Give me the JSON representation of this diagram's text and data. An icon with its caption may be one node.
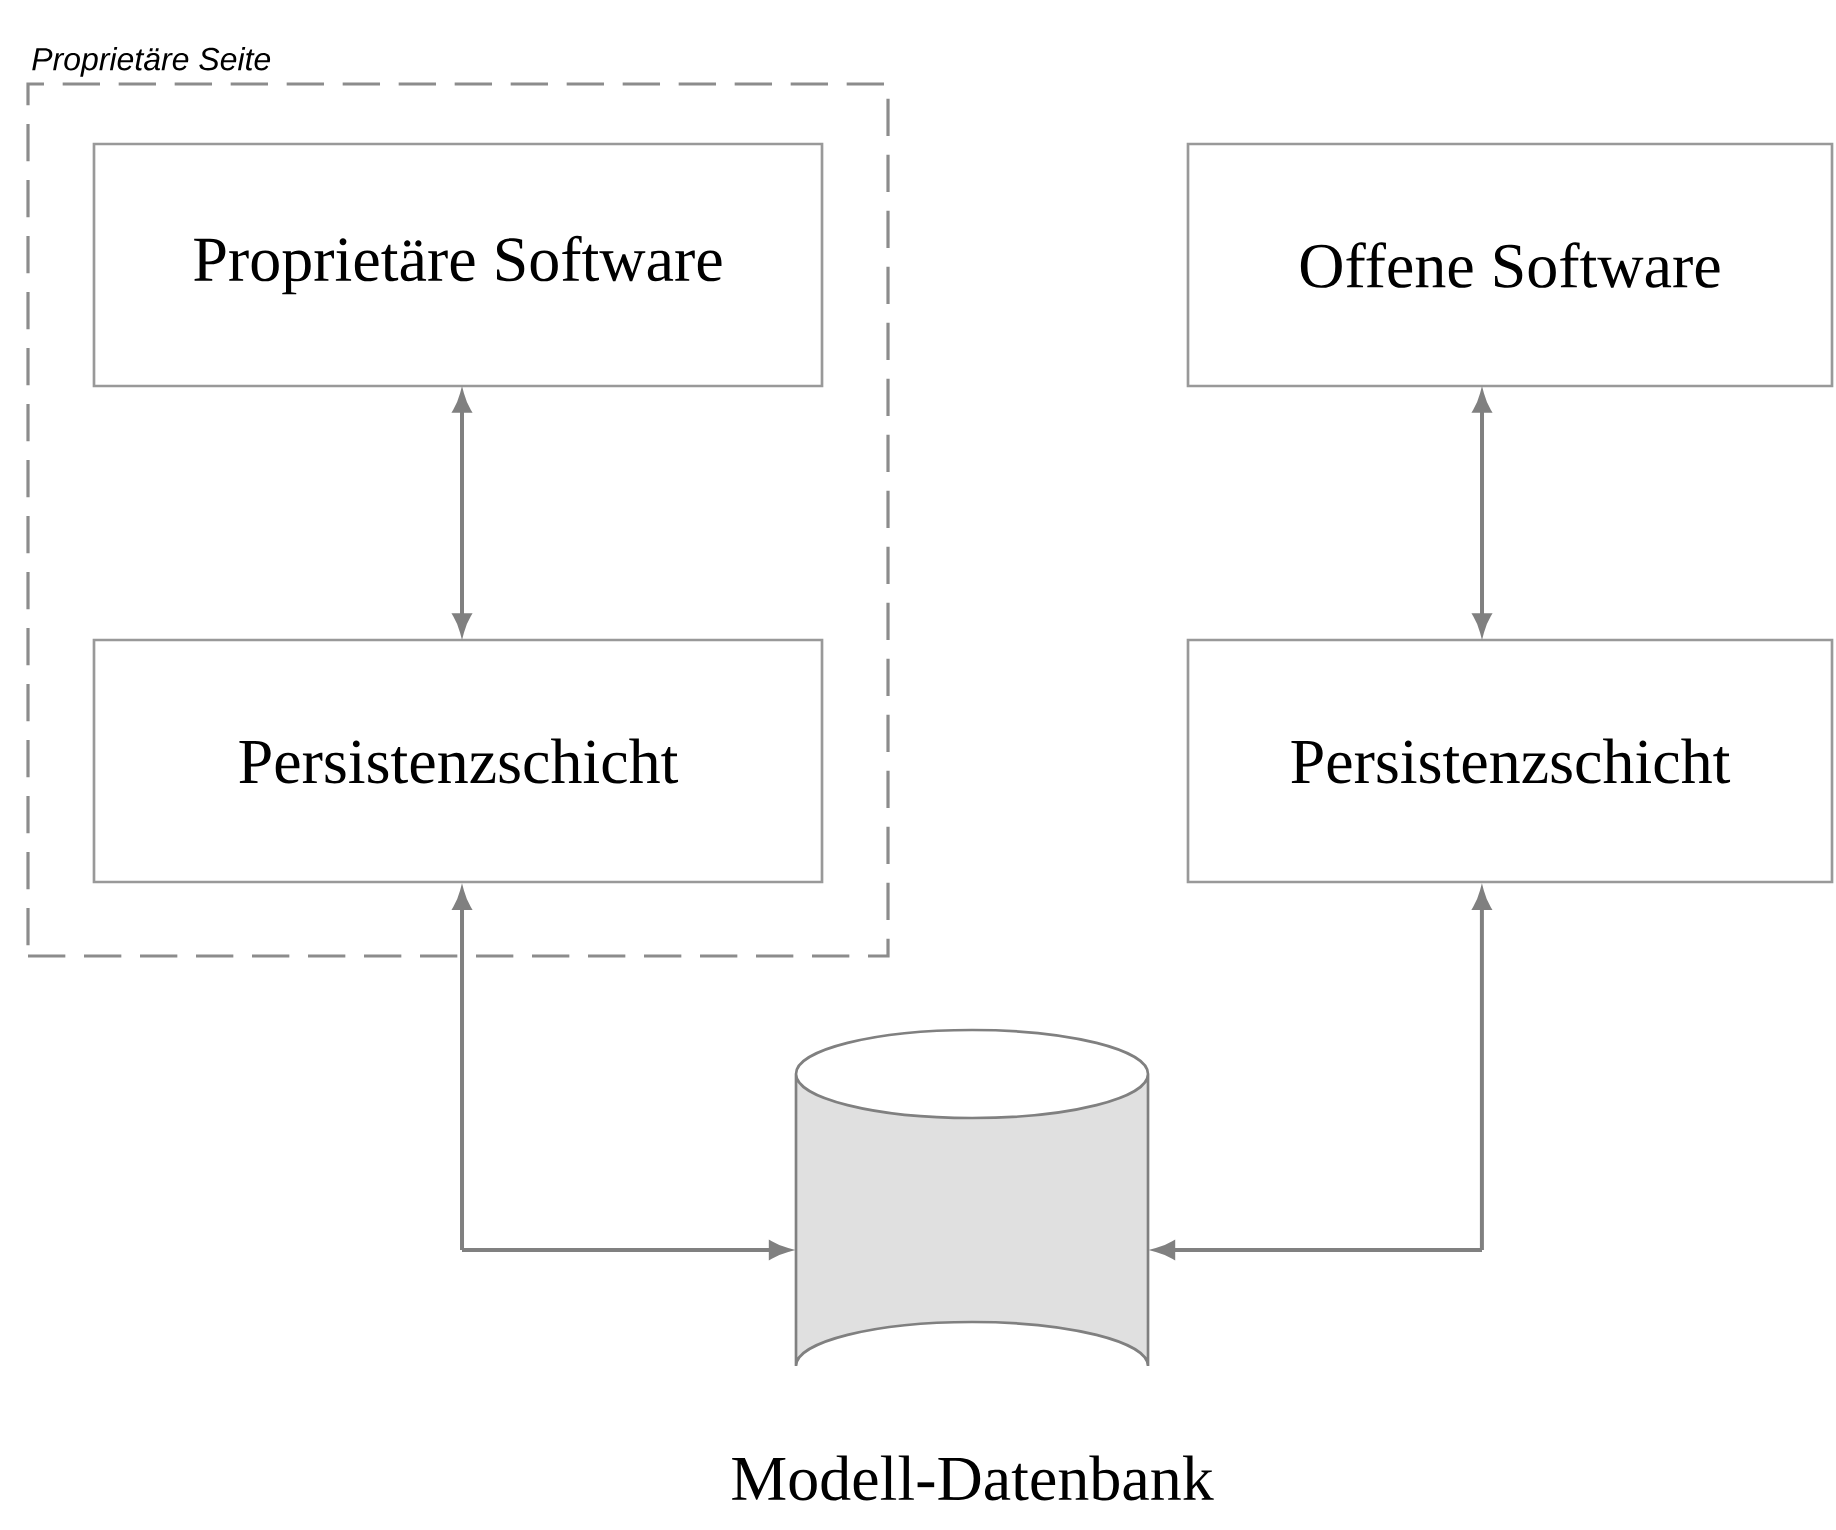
{
  "diagram": {
    "nodes": [
      {
        "text": [
          "Proprietäre Seite"
        ]
      },
      {
        "text": [
          "Proprietäre Software"
        ],
        "in": 0
      },
      {
        "text": [
          "Persistenzschicht"
        ],
        "in": 0
      },
      {
        "text": [
          "Offene Software"
        ]
      },
      {
        "text": [
          "Persistenzschicht"
        ]
      },
      {
        "text": [],
        "shape": "cylinder",
        "beside": [
          "Modell-Datenbank"
        ]
      }
    ],
    "edges": [
      {
        "from": 1,
        "to": 2,
        "arrow": "both"
      },
      {
        "from": 3,
        "to": 4,
        "arrow": "both"
      },
      {
        "from": 2,
        "to": 5,
        "arrow": "both"
      },
      {
        "from": 4,
        "to": 5,
        "arrow": "both"
      }
    ]
  }
}
